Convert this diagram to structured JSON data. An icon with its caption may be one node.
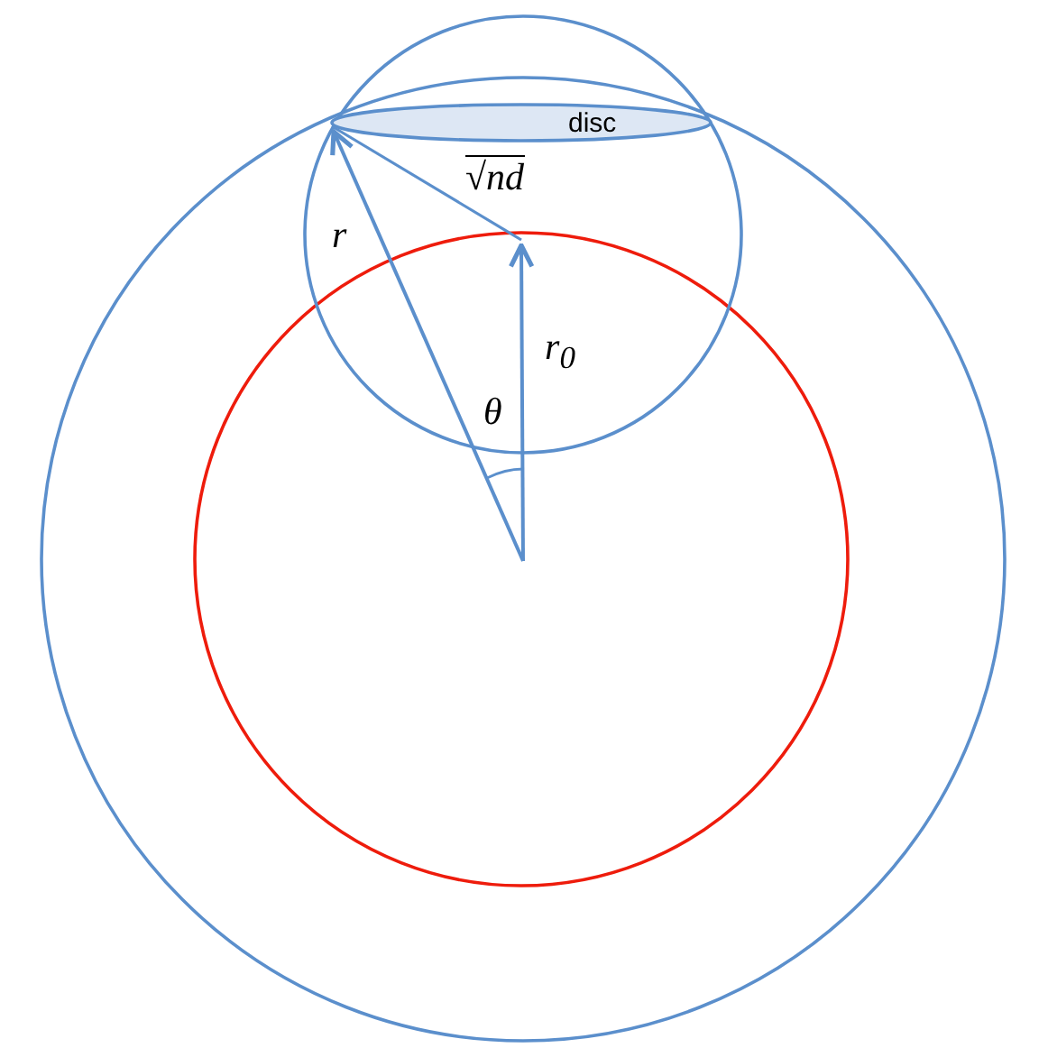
{
  "diagram": {
    "nodes": [
      {
        "text": [
          "disc"
        ]
      }
    ],
    "labels": [
      "√nd",
      "r",
      "r$_{0}$",
      "θ"
    ]
  }
}
